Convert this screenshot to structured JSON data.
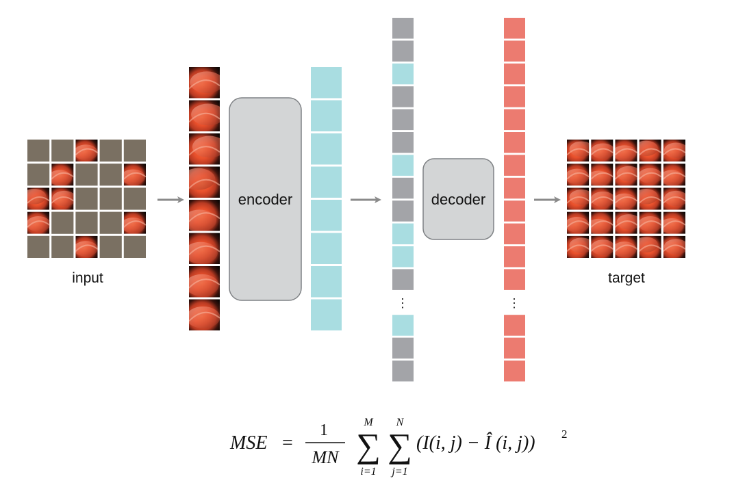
{
  "labels": {
    "input": "input",
    "target": "target",
    "encoder": "encoder",
    "decoder": "decoder",
    "ellipsis": "⋮"
  },
  "colors": {
    "mask_gray": "#7a7062",
    "encoder_token": "#a9dde1",
    "mask_token": "#a3a4a8",
    "output_token": "#ec7b70",
    "block_fill": "#d3d5d6",
    "block_stroke": "#7f8285",
    "arrow": "#8a8a8a"
  },
  "input_grid": {
    "rows": 5,
    "cols": 5,
    "visible_cells": [
      [
        0,
        2
      ],
      [
        1,
        1
      ],
      [
        1,
        4
      ],
      [
        2,
        0
      ],
      [
        2,
        1
      ],
      [
        3,
        0
      ],
      [
        3,
        4
      ],
      [
        4,
        2
      ]
    ]
  },
  "decoder_input_sequence": [
    "mask",
    "mask",
    "visible",
    "mask",
    "mask",
    "mask",
    "visible",
    "mask",
    "mask",
    "visible",
    "visible",
    "mask",
    "ellipsis",
    "visible",
    "mask",
    "mask"
  ],
  "formula": {
    "lhs": "MSE",
    "equals": "=",
    "numerator": "1",
    "denominator": "MN",
    "sum1_top": "M",
    "sum1_bottom": "i=1",
    "sum2_top": "N",
    "sum2_bottom": "j=1",
    "body": "(I(i, j) − Î (i, j))",
    "exponent": "2"
  }
}
